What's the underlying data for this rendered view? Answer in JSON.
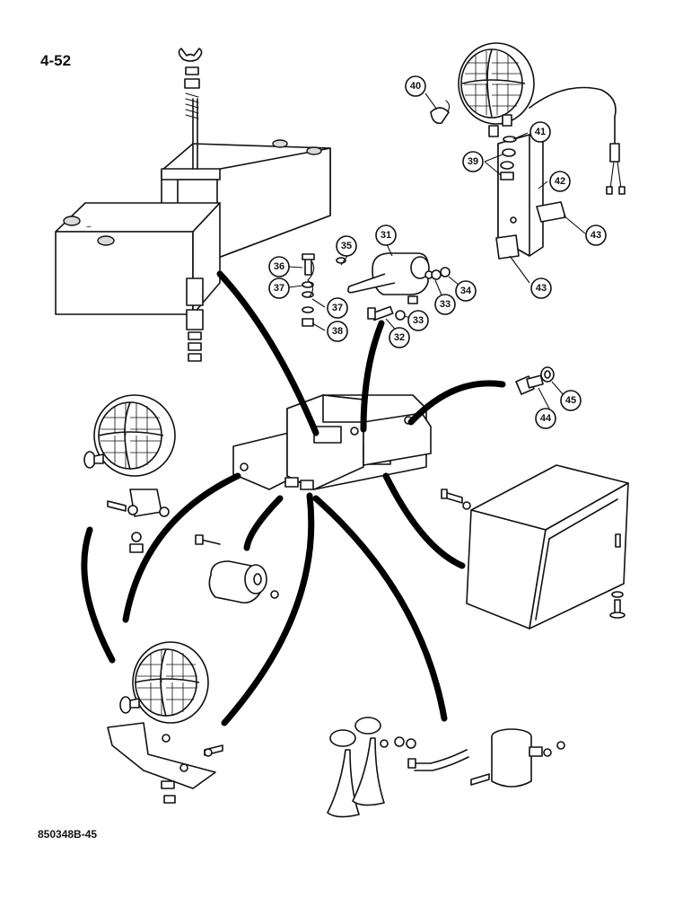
{
  "page_number": "4-52",
  "drawing_id": "850348B-45",
  "callouts": [
    "31",
    "32",
    "33",
    "33",
    "34",
    "35",
    "36",
    "37",
    "37",
    "38",
    "39",
    "40",
    "41",
    "42",
    "43",
    "43",
    "44",
    "45"
  ]
}
